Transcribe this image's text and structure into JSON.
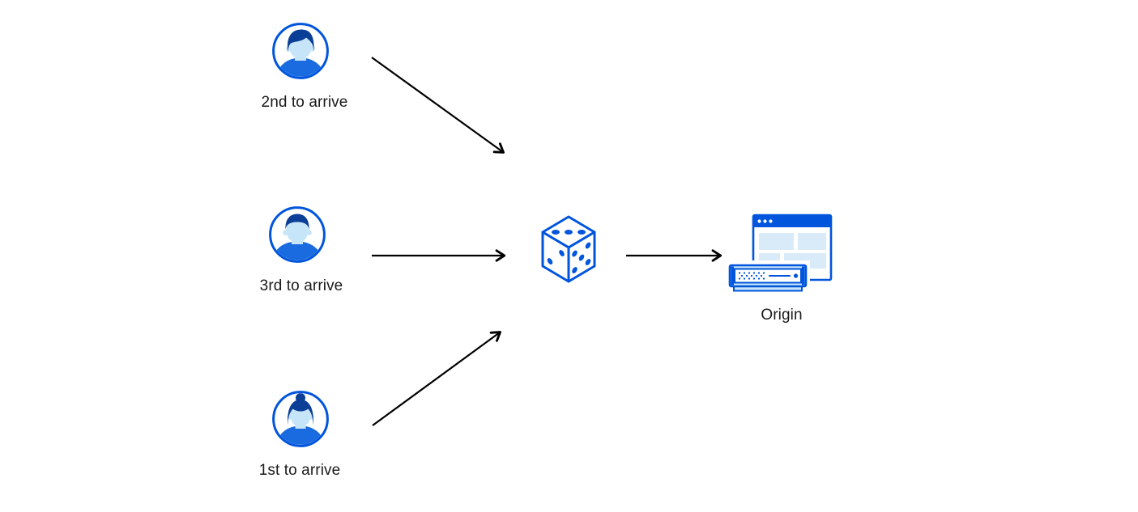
{
  "diagram": {
    "users": [
      {
        "label": "2nd to arrive",
        "icon": "man-quiff-avatar"
      },
      {
        "label": "3rd to arrive",
        "icon": "man-short-hair-avatar"
      },
      {
        "label": "1st to arrive",
        "icon": "woman-bun-avatar"
      }
    ],
    "selector": {
      "icon": "dice-icon"
    },
    "origin": {
      "label": "Origin",
      "icon": "origin-browser-server-icon"
    },
    "arrows": [
      {
        "from": "2nd to arrive",
        "to": "dice"
      },
      {
        "from": "3rd to arrive",
        "to": "dice"
      },
      {
        "from": "1st to arrive",
        "to": "dice"
      },
      {
        "from": "dice",
        "to": "Origin"
      }
    ],
    "colors": {
      "primary_blue": "#0055DC",
      "dark_navy_hair": "#0B3E96",
      "shirt_blue": "#1A6AE0",
      "light_blue_fill": "#C7E5F8",
      "pale_panel_blue": "#D9EAF8",
      "arrow": "#000000",
      "label_text": "#1A1A1A",
      "background": "#FFFFFF"
    }
  }
}
